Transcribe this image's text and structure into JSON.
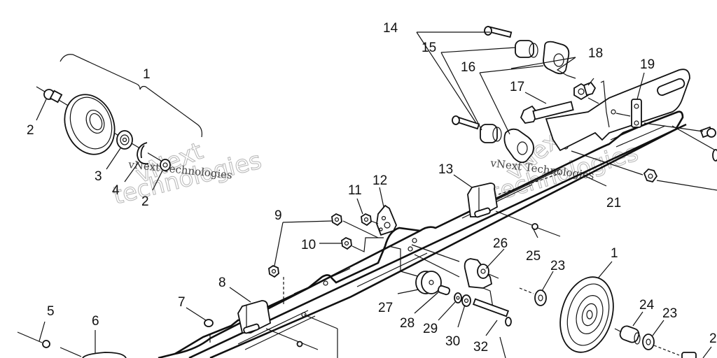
{
  "diagram": {
    "type": "exploded parts diagram",
    "subject": "rear suspension rail assembly",
    "watermark": {
      "line1": "vNext",
      "line2": "technologies",
      "caption": "vNext Technologies"
    },
    "callouts": [
      {
        "id": "c1a",
        "label": "1",
        "part": "idler wheel assembly (bracketed group)"
      },
      {
        "id": "c2a",
        "label": "2",
        "part": "bolt"
      },
      {
        "id": "c3",
        "label": "3",
        "part": "bearing"
      },
      {
        "id": "c4",
        "label": "4",
        "part": "snap ring"
      },
      {
        "id": "c2b",
        "label": "2",
        "part": "bolt"
      },
      {
        "id": "c5",
        "label": "5",
        "part": "screw"
      },
      {
        "id": "c6",
        "label": "6",
        "part": "rail tip"
      },
      {
        "id": "c7",
        "label": "7",
        "part": "nut"
      },
      {
        "id": "c8",
        "label": "8",
        "part": "slide clip"
      },
      {
        "id": "c9",
        "label": "9",
        "part": "nut"
      },
      {
        "id": "c10",
        "label": "10",
        "part": "nut"
      },
      {
        "id": "c11",
        "label": "11",
        "part": "nut"
      },
      {
        "id": "c12",
        "label": "12",
        "part": "bracket"
      },
      {
        "id": "c13",
        "label": "13",
        "part": "slide clip"
      },
      {
        "id": "c14",
        "label": "14",
        "part": "bolt"
      },
      {
        "id": "c15",
        "label": "15",
        "part": "bushing"
      },
      {
        "id": "c16",
        "label": "16",
        "part": "stopper block"
      },
      {
        "id": "c17",
        "label": "17",
        "part": "bolt"
      },
      {
        "id": "c18",
        "label": "18",
        "part": "lock nut"
      },
      {
        "id": "c19",
        "label": "19",
        "part": "plate bracket"
      },
      {
        "id": "c21",
        "label": "21",
        "part": "rail"
      },
      {
        "id": "c23a",
        "label": "23",
        "part": "washer"
      },
      {
        "id": "c1b",
        "label": "1",
        "part": "idler wheel"
      },
      {
        "id": "c24",
        "label": "24",
        "part": "spacer"
      },
      {
        "id": "c23b",
        "label": "23",
        "part": "washer"
      },
      {
        "id": "c2c",
        "label": "2",
        "part": "bolt (partially visible)"
      },
      {
        "id": "c25",
        "label": "25",
        "part": "screw"
      },
      {
        "id": "c26",
        "label": "26",
        "part": "pivot bracket"
      },
      {
        "id": "c27",
        "label": "27",
        "part": "wheel"
      },
      {
        "id": "c28",
        "label": "28",
        "part": "spacer"
      },
      {
        "id": "c29",
        "label": "29",
        "part": "washer"
      },
      {
        "id": "c30",
        "label": "30",
        "part": "washer"
      },
      {
        "id": "c32",
        "label": "32",
        "part": "bolt"
      }
    ]
  }
}
